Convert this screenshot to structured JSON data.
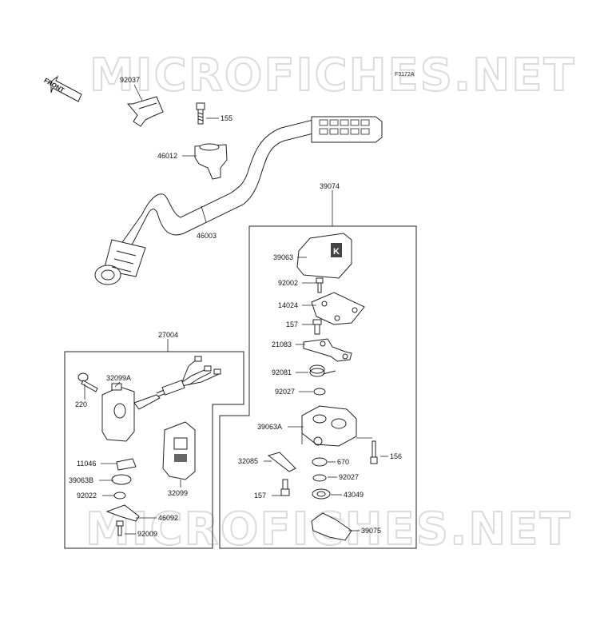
{
  "watermark": {
    "text": "MICROFICHES.NET"
  },
  "figure_ref": "F3172A",
  "front_label": "FRONT",
  "parts": {
    "p92037": "92037",
    "p155": "155",
    "p46012": "46012",
    "p46003": "46003",
    "p39074": "39074",
    "p39063": "39063",
    "p92002": "92002",
    "p14024": "14024",
    "p157a": "157",
    "p21083": "21083",
    "p92081": "92081",
    "p92027a": "92027",
    "p39063A": "39063A",
    "p156": "156",
    "p32085": "32085",
    "p670": "670",
    "p92027b": "92027",
    "p157b": "157",
    "p43049": "43049",
    "p39075": "39075",
    "p27004": "27004",
    "p32099A": "32099A",
    "p220": "220",
    "p11046": "11046",
    "p39063B": "39063B",
    "p92022": "92022",
    "p46092": "46092",
    "p92009": "92009",
    "p32099": "32099"
  }
}
